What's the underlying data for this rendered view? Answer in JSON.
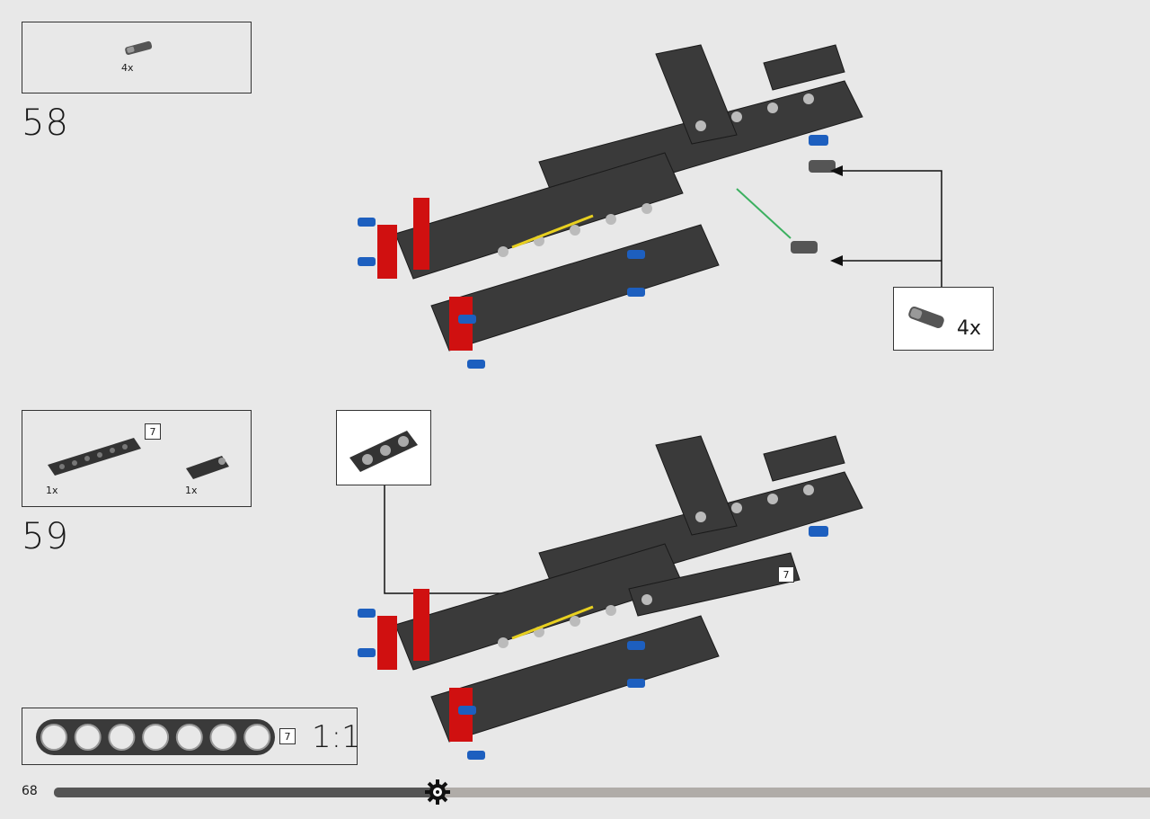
{
  "page_number": "68",
  "progress_fraction": 0.35,
  "step58": {
    "number": "58",
    "parts": [
      {
        "name": "pin-with-bush",
        "qty": "4x"
      }
    ],
    "callout_qty": "4x"
  },
  "step59": {
    "number": "59",
    "parts": [
      {
        "name": "beam-7",
        "qty": "1x",
        "length": "7"
      },
      {
        "name": "beam-3-with-pin",
        "qty": "1x"
      }
    ],
    "model_callout_length": "7"
  },
  "scale_box": {
    "length": "7",
    "ratio": "1:1"
  },
  "colors": {
    "background": "#e8e8e8",
    "beam": "#3a3a3a",
    "accent_red": "#d01010",
    "pin_blue": "#1d5fbf",
    "progress_dark": "#555555",
    "progress_light": "#b0aca8"
  }
}
